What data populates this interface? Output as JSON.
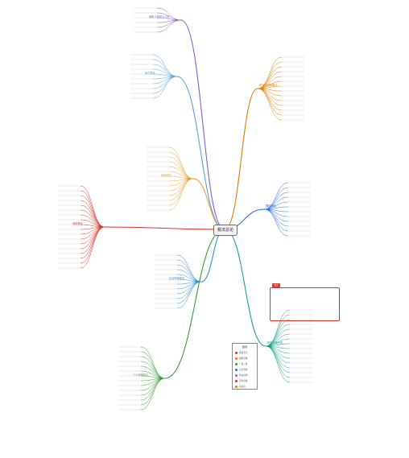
{
  "root": {
    "label": "税法总论"
  },
  "branches": [
    {
      "id": "b1",
      "label": "纳税人权利与义务",
      "color": "#8a5cc9"
    },
    {
      "id": "b2",
      "label": "税法要素",
      "color": "#5aa0d8"
    },
    {
      "id": "b3",
      "label": "增值税法",
      "color": "#e6a23c"
    },
    {
      "id": "b4",
      "label": "消费税法",
      "color": "#d9342b"
    },
    {
      "id": "b5",
      "label": "企业所得税法",
      "color": "#2d8fd1"
    },
    {
      "id": "b6",
      "label": "个人所得税法",
      "color": "#3a9b3a"
    },
    {
      "id": "b7",
      "label": "税收征收管理法",
      "color": "#e07b00"
    },
    {
      "id": "b8",
      "label": "国际税收",
      "color": "#2d6fd1"
    },
    {
      "id": "b9",
      "label": "税收法律责任",
      "color": "#1a9f8e"
    }
  ],
  "legend": {
    "title": "图例",
    "items": [
      {
        "label": "重要考点",
        "color": "#d9342b"
      },
      {
        "label": "理解掌握",
        "color": "#e07b00"
      },
      {
        "label": "一般了解",
        "color": "#3a9b3a"
      },
      {
        "label": "记忆内容",
        "color": "#2d6fd1"
      },
      {
        "label": "补充说明",
        "color": "#8a5cc9"
      },
      {
        "label": "历年真题",
        "color": "#d9342b"
      },
      {
        "label": "易错点",
        "color": "#e07b00"
      }
    ]
  },
  "redbox": {
    "tag": "重点"
  }
}
